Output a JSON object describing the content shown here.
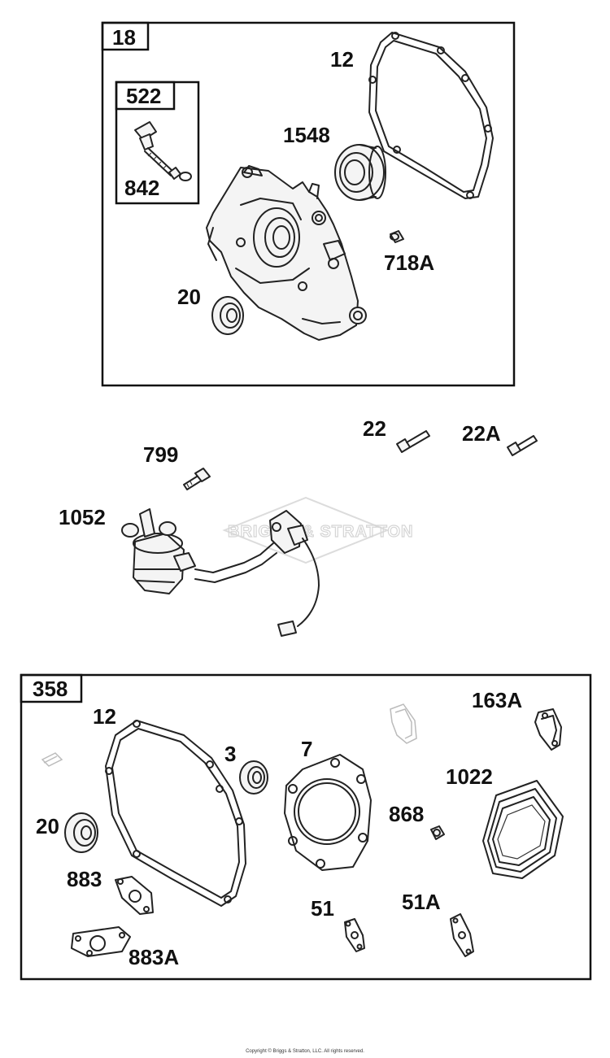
{
  "boxes": {
    "top": "18",
    "inner": "522",
    "bottom": "358"
  },
  "labels": {
    "p12_top": "12",
    "p1548": "1548",
    "p842": "842",
    "p718A": "718A",
    "p20_top": "20",
    "p22": "22",
    "p22A": "22A",
    "p799": "799",
    "p1052": "1052",
    "p163A": "163A",
    "p12_bottom": "12",
    "p3": "3",
    "p7": "7",
    "p1022": "1022",
    "p20_bottom": "20",
    "p868": "868",
    "p883": "883",
    "p51": "51",
    "p51A": "51A",
    "p883A": "883A"
  },
  "watermark": "BRIGGS & STRATTON",
  "copyright": "Copyright © Briggs & Stratton, LLC. All rights reserved."
}
